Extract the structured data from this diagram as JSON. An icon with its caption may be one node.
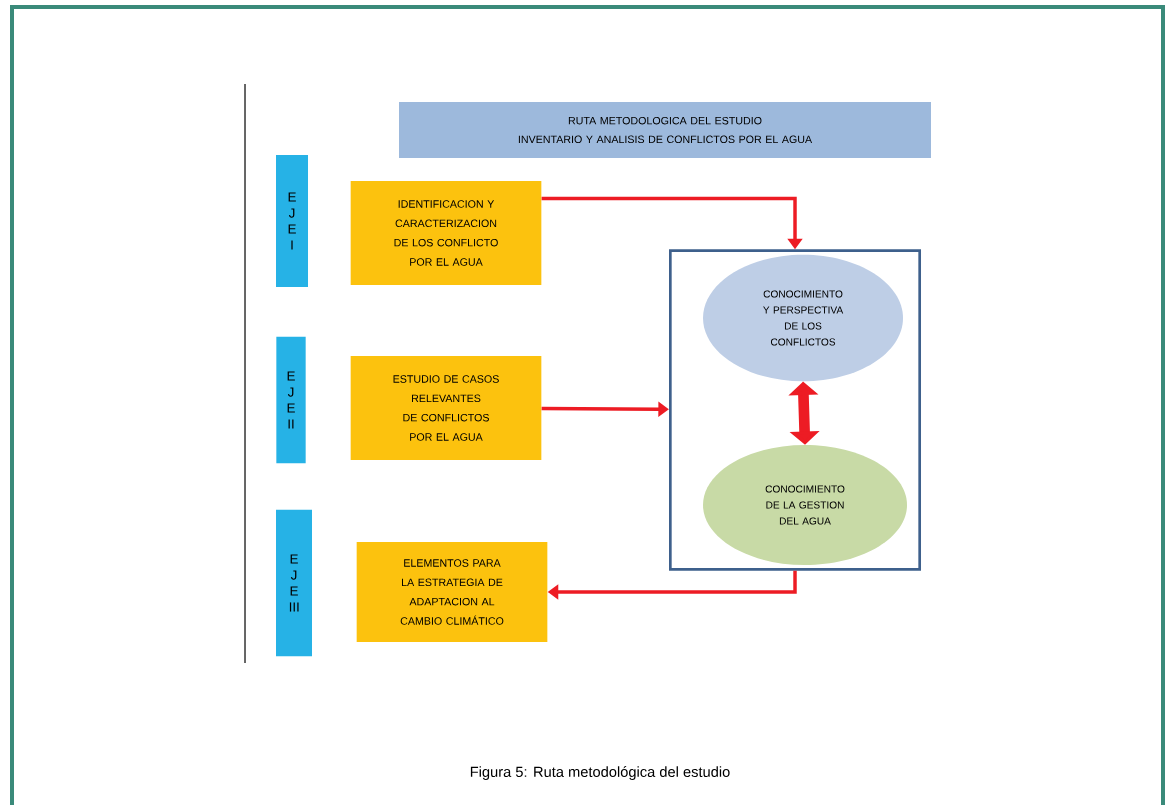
{
  "diagram": {
    "caption": "Figura 5: Ruta metodológica del estudio",
    "nodes": [
      {
        "text": [
          "RUTA METODOLOGICA DEL ESTUDIO",
          "INVENTARIO Y ANALISIS DE CONFLICTOS POR EL AGUA"
        ]
      },
      {
        "text": [
          "E J E I"
        ]
      },
      {
        "text": [
          "IDENTIFICACION Y CARACTERIZACION DE LOS CONFLICTO POR EL AGUA"
        ]
      },
      {
        "text": [
          "E J E II"
        ]
      },
      {
        "text": [
          "ESTUDIO DE CASOS RELEVANTES DE CONFLICTOS POR EL AGUA"
        ]
      },
      {
        "text": [
          "E J E III"
        ]
      },
      {
        "text": [
          "ELEMENTOS PARA LA ESTRATEGIA DE ADAPTACION AL CAMBIO CLIMÁTICO"
        ]
      },
      {
        "text": [],
        "shape": "box"
      },
      {
        "text": [
          "CONOCIMIENTO Y PERSPECTIVA DE LOS CONFLICTOS"
        ],
        "in": 7
      },
      {
        "text": [
          "CONOCIMIENTO DE LA GESTION DEL AGUA"
        ],
        "in": 7
      }
    ],
    "edges": [
      {
        "from": 2,
        "to": 7,
        "arrow": "to"
      },
      {
        "from": 4,
        "to": 7,
        "arrow": "to"
      },
      {
        "from": 8,
        "to": 9,
        "arrow": "both",
        "style": "thick"
      },
      {
        "from": 7,
        "to": 6,
        "arrow": "to"
      }
    ]
  }
}
